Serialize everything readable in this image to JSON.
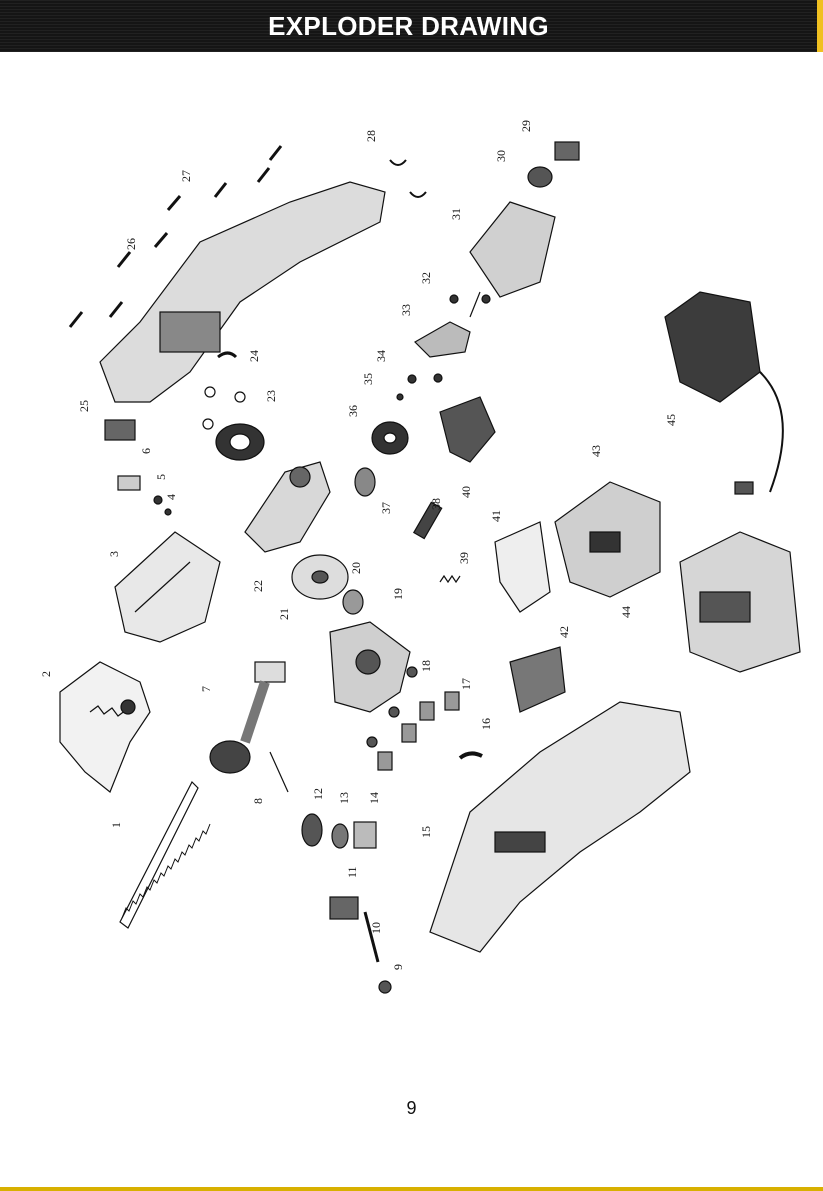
{
  "header": {
    "title": "EXPLODER DRAWING"
  },
  "diagram": {
    "parts": [
      "1",
      "2",
      "3",
      "4",
      "5",
      "6",
      "7",
      "8",
      "9",
      "10",
      "11",
      "12",
      "13",
      "14",
      "15",
      "16",
      "17",
      "18",
      "19",
      "20",
      "21",
      "22",
      "23",
      "24",
      "25",
      "26",
      "27",
      "28",
      "29",
      "30",
      "31",
      "32",
      "33",
      "34",
      "35",
      "36",
      "37",
      "38",
      "39",
      "40",
      "41",
      "42",
      "43",
      "44",
      "45"
    ]
  },
  "footer": {
    "page_number": "9"
  }
}
